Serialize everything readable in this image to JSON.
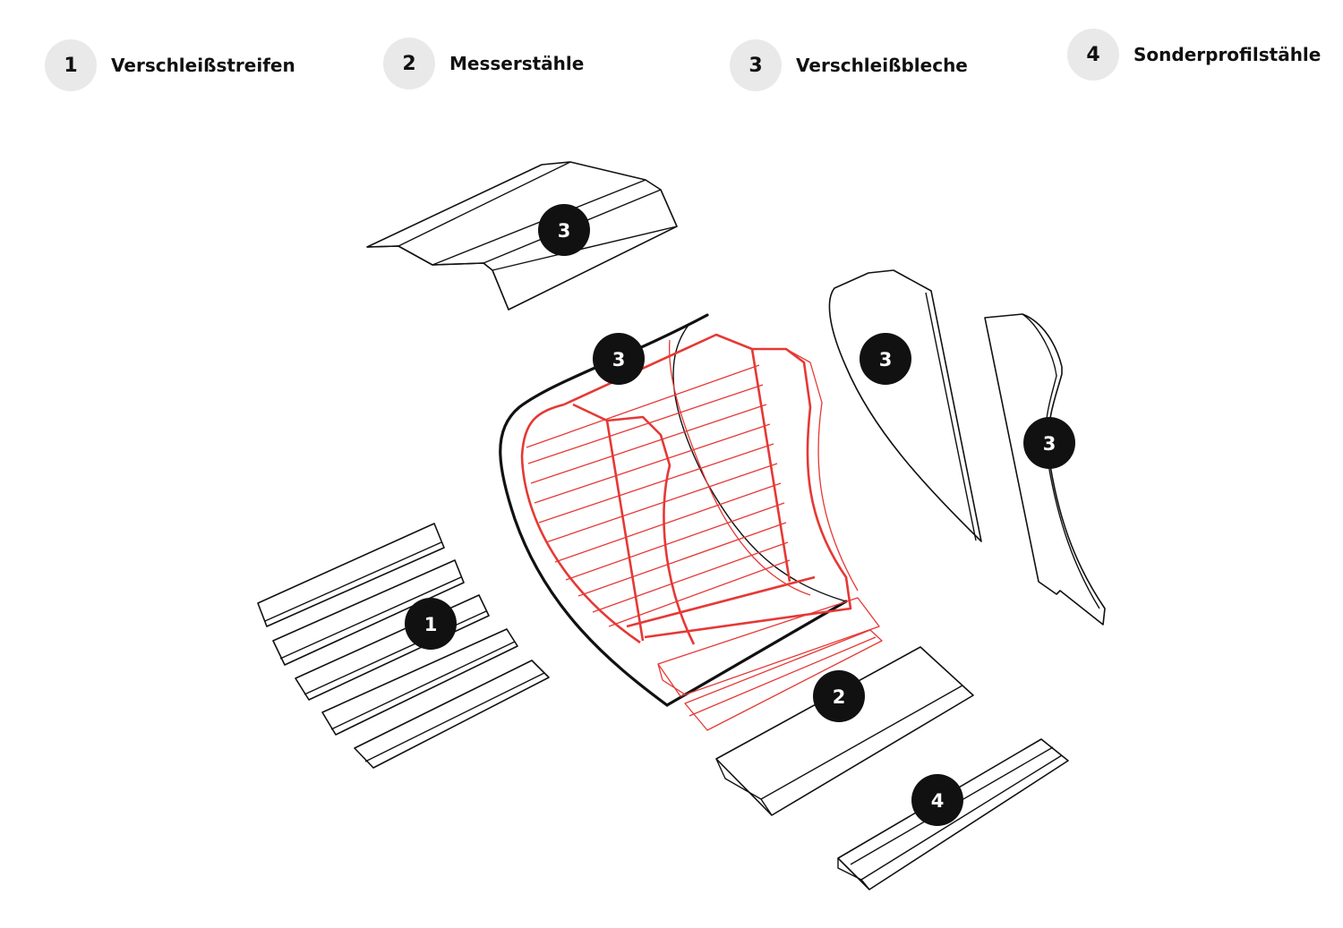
{
  "legend": [
    {
      "number": "1",
      "label": "Verschleißstreifen"
    },
    {
      "number": "2",
      "label": "Messerstähle"
    },
    {
      "number": "3",
      "label": "Verschleißbleche"
    },
    {
      "number": "4",
      "label": "Sonderprofilstähle"
    }
  ],
  "callouts": {
    "top_plate": "3",
    "bucket_back": "3",
    "side_plate_left": "3",
    "side_plate_right": "3",
    "wear_strips": "1",
    "cutting_edge": "2",
    "special_profile": "4"
  },
  "colors": {
    "highlight": "#e53935",
    "outline": "#111111",
    "legend_circle": "#e9e9e9"
  }
}
